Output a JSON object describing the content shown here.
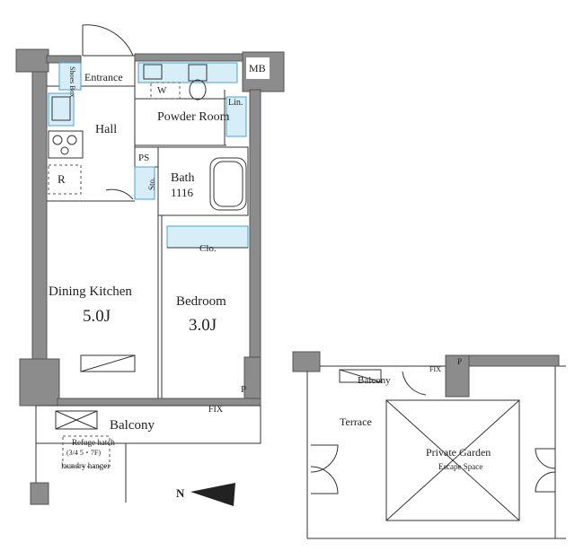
{
  "rooms": {
    "entrance": "Entrance",
    "shoes_box": "Shoes Box",
    "hall": "Hall",
    "powder_room": "Powder Room",
    "washer": "W",
    "linen": "Lin.",
    "mb": "MB",
    "ps": "PS",
    "storage": "Sto.",
    "bath": "Bath",
    "bath_size": "1116",
    "refrigerator": "R",
    "closet": "Clo.",
    "dining_kitchen": "Dining Kitchen",
    "dining_kitchen_size": "5.0J",
    "bedroom": "Bedroom",
    "bedroom_size": "3.0J",
    "p": "P",
    "fix_main": "FIX",
    "balcony_main": "Balcony",
    "refuge_hatch": "Refuge hatch",
    "refuge_hatch_size": "(3/4 5・7F)",
    "laundry_hanger": "laundry hanger",
    "north": "N",
    "balcony_garden": "Balcony",
    "fix_garden": "FIX",
    "p_garden": "P",
    "terrace": "Terrace",
    "private_garden": "Private Garden",
    "escape_space": "Escape Space"
  },
  "colors": {
    "wall": "#8c8c8c",
    "fixture_fill": "#d7eef8",
    "fixture_stroke": "#4aa3cc"
  }
}
